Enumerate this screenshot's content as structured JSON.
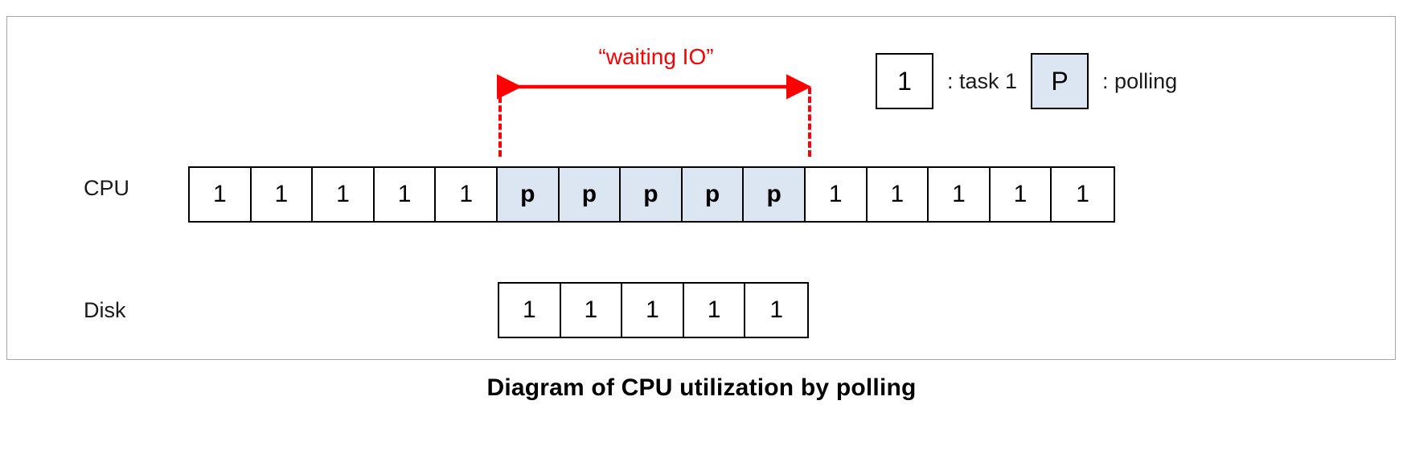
{
  "caption": "Diagram of CPU utilization by polling",
  "annotation": {
    "waiting_label": "“waiting IO”",
    "color": "#ff0000"
  },
  "legend": {
    "items": [
      {
        "swatch": "1",
        "label": ": task 1",
        "fill": "#ffffff"
      },
      {
        "swatch": "P",
        "label": ": polling",
        "fill": "#dce6f2"
      }
    ]
  },
  "rows": [
    {
      "label": "CPU",
      "cells": [
        {
          "text": "1",
          "kind": "task"
        },
        {
          "text": "1",
          "kind": "task"
        },
        {
          "text": "1",
          "kind": "task"
        },
        {
          "text": "1",
          "kind": "task"
        },
        {
          "text": "1",
          "kind": "task"
        },
        {
          "text": "p",
          "kind": "poll"
        },
        {
          "text": "p",
          "kind": "poll"
        },
        {
          "text": "p",
          "kind": "poll"
        },
        {
          "text": "p",
          "kind": "poll"
        },
        {
          "text": "p",
          "kind": "poll"
        },
        {
          "text": "1",
          "kind": "task"
        },
        {
          "text": "1",
          "kind": "task"
        },
        {
          "text": "1",
          "kind": "task"
        },
        {
          "text": "1",
          "kind": "task"
        },
        {
          "text": "1",
          "kind": "task"
        }
      ]
    },
    {
      "label": "Disk",
      "cells": [
        {
          "text": "1",
          "kind": "task"
        },
        {
          "text": "1",
          "kind": "task"
        },
        {
          "text": "1",
          "kind": "task"
        },
        {
          "text": "1",
          "kind": "task"
        },
        {
          "text": "1",
          "kind": "task"
        }
      ]
    }
  ],
  "chart_data": {
    "type": "bar",
    "title": "Diagram of CPU utilization by polling",
    "xlabel": "",
    "ylabel": "",
    "categories": [
      "CPU",
      "Disk"
    ],
    "series": [
      {
        "name": "CPU",
        "values": [
          "1",
          "1",
          "1",
          "1",
          "1",
          "p",
          "p",
          "p",
          "p",
          "p",
          "1",
          "1",
          "1",
          "1",
          "1"
        ],
        "slot_count": 15,
        "polling_slots": [
          6,
          7,
          8,
          9,
          10
        ]
      },
      {
        "name": "Disk",
        "values": [
          "1",
          "1",
          "1",
          "1",
          "1"
        ],
        "slot_count": 5,
        "start_slot": 6
      }
    ],
    "annotations": [
      {
        "text": "“waiting IO”",
        "spans_slots": [
          6,
          10
        ],
        "row": "CPU",
        "color": "#ff0000"
      }
    ],
    "legend": [
      "1 : task 1",
      "P : polling"
    ]
  }
}
